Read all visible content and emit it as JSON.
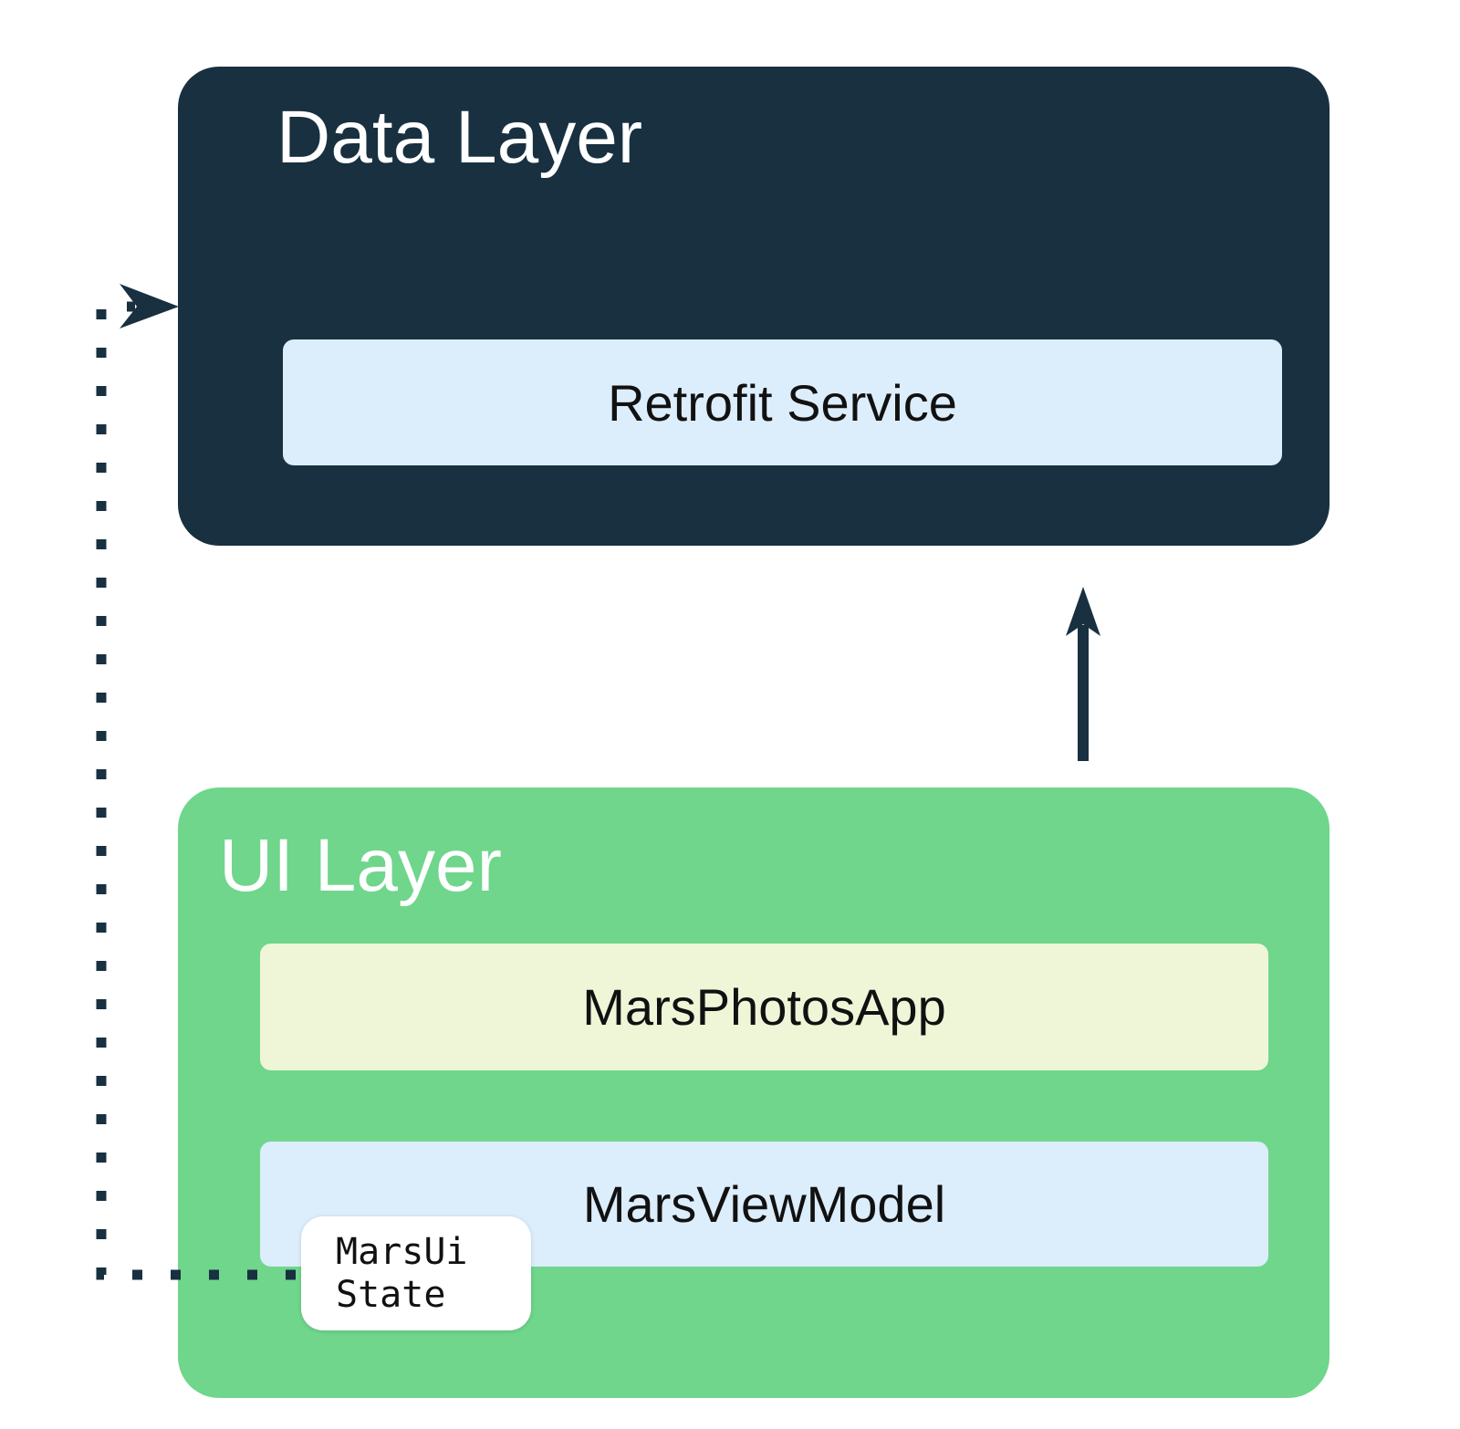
{
  "diagram": {
    "data_layer": {
      "title": "Data Layer",
      "retrofit_service_label": "Retrofit Service"
    },
    "ui_layer": {
      "title": "UI Layer",
      "mars_photos_app_label": "MarsPhotosApp",
      "mars_view_model_label": "MarsViewModel"
    },
    "mars_ui_state": {
      "line1": "MarsUi",
      "line2": "State"
    },
    "connections": [
      {
        "from": "UI Layer",
        "to": "Data Layer",
        "style": "solid",
        "direction": "up"
      },
      {
        "from": "MarsUi State",
        "to": "Data Layer",
        "style": "dotted",
        "direction": "left-then-up"
      }
    ],
    "colors": {
      "navy": "#183040",
      "green": "#6FD68C",
      "light_blue": "#DCEDFB",
      "pale_yellow": "#EFF6D8",
      "card_white": "#FFFFFF",
      "text_dark": "#111111",
      "text_light": "#FFFFFF"
    }
  }
}
